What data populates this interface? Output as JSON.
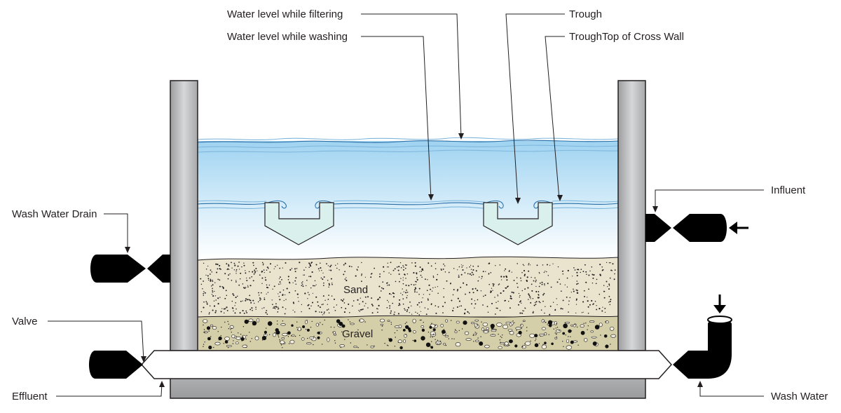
{
  "labels": {
    "water_level_filtering": "Water level while filtering",
    "water_level_washing": "Water level while washing",
    "trough": "Trough",
    "trough_top_cross_wall": "TroughTop of Cross Wall",
    "influent": "Influent",
    "wash_water_drain": "Wash Water Drain",
    "valve": "Valve",
    "effluent": "Effluent",
    "wash_water": "Wash Water",
    "sand": "Sand",
    "gravel": "Gravel"
  },
  "colors": {
    "outline": "#231f20",
    "water_top": "#9fd3f1",
    "water_bottom": "#ffffff",
    "wave_line": "#2a6fa8",
    "sand": "#eae4cf",
    "gravel": "#d5cfa9",
    "wall": "#b5b6b8",
    "trough_fill": "#d9f0ec",
    "pipe": "#000000"
  },
  "icons": [
    "arrow-left-icon",
    "arrow-down-icon"
  ]
}
